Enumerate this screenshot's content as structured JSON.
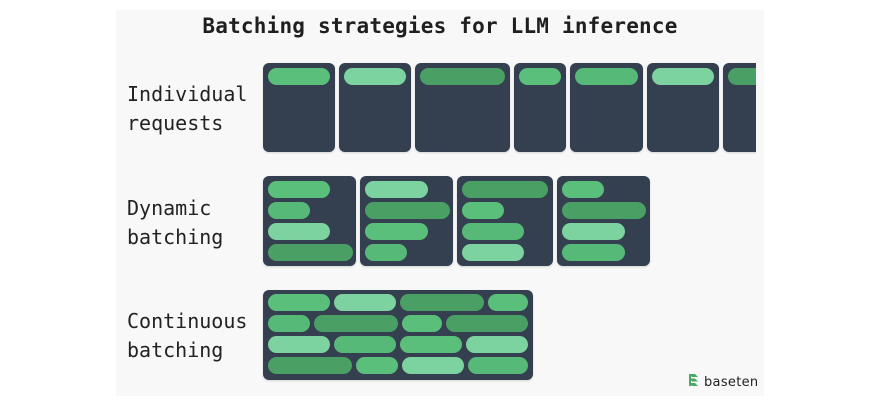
{
  "title": "Batching strategies for LLM inference",
  "rows": [
    {
      "label": "Individual\nrequests"
    },
    {
      "label": "Dynamic\nbatching"
    },
    {
      "label": "Continuous\nbatching"
    }
  ],
  "brand": {
    "name": "baseten"
  },
  "colors": {
    "card": "#343f4f",
    "green_1": "#5bbf7c",
    "green_2": "#7dd3a0",
    "green_3": "#4a9f65",
    "green_4": "#57b977",
    "background": "#f8f8f8"
  }
}
